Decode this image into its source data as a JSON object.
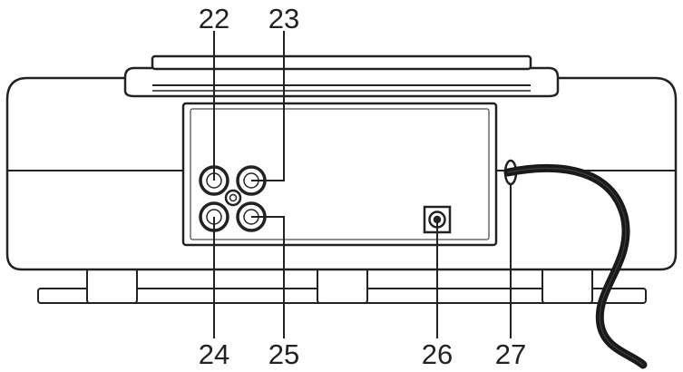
{
  "callouts": [
    {
      "id": "22",
      "label": "22"
    },
    {
      "id": "23",
      "label": "23"
    },
    {
      "id": "24",
      "label": "24"
    },
    {
      "id": "25",
      "label": "25"
    },
    {
      "id": "26",
      "label": "26"
    },
    {
      "id": "27",
      "label": "27"
    }
  ],
  "colors": {
    "line": "#222222",
    "fill": "#ffffff",
    "cable": "#1a1a1a"
  }
}
